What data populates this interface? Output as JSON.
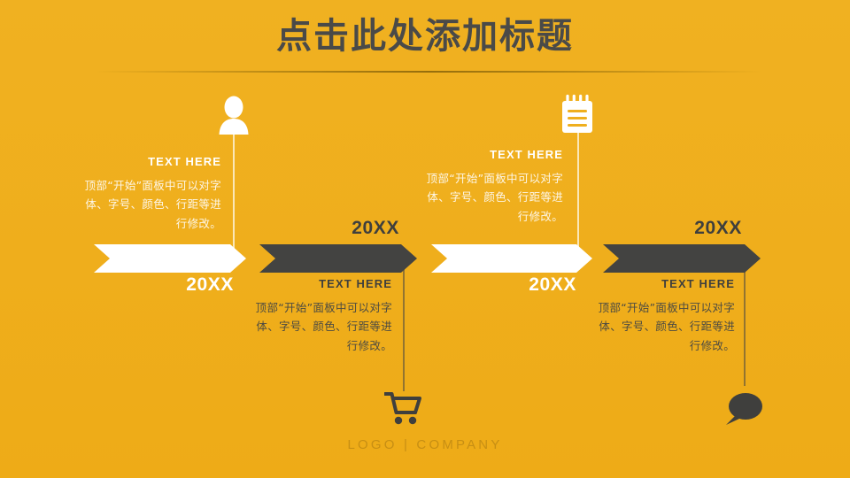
{
  "slide": {
    "title": "点击此处添加标题",
    "background_color": "#efaf1e",
    "footer": "LOGO  |  COMPANY"
  },
  "palette": {
    "background": "#efaf1e",
    "light_arrow": "#ffffff",
    "dark_arrow": "#434341",
    "title_text": "#4a4a48",
    "light_text": "#ffffff",
    "dark_text": "#3f3f3d",
    "footer_text": "#c78f14"
  },
  "steps": [
    {
      "id": "step-1",
      "icon": "user-icon",
      "icon_position": "top",
      "icon_color": "#ffffff",
      "arrow_style": "light",
      "text_position": "above",
      "heading": "TEXT HERE",
      "body": "顶部“开始”面板中可以对字体、字号、颜色、行距等进行修改。",
      "year": "20XX",
      "year_color": "light",
      "year_position": "below"
    },
    {
      "id": "step-2",
      "icon": "shopping-cart-icon",
      "icon_position": "bottom",
      "icon_color": "#3f3f3d",
      "arrow_style": "dark",
      "text_position": "below",
      "heading": "TEXT HERE",
      "body": "顶部“开始”面板中可以对字体、字号、颜色、行距等进行修改。",
      "year": "20XX",
      "year_color": "dark",
      "year_position": "above"
    },
    {
      "id": "step-3",
      "icon": "notepad-icon",
      "icon_position": "top",
      "icon_color": "#ffffff",
      "arrow_style": "light",
      "text_position": "above",
      "heading": "TEXT HERE",
      "body": "顶部“开始”面板中可以对字体、字号、颜色、行距等进行修改。",
      "year": "20XX",
      "year_color": "light",
      "year_position": "below"
    },
    {
      "id": "step-4",
      "icon": "speech-bubble-icon",
      "icon_position": "bottom",
      "icon_color": "#3f3f3d",
      "arrow_style": "dark",
      "text_position": "below",
      "heading": "TEXT HERE",
      "body": "顶部“开始”面板中可以对字体、字号、颜色、行距等进行修改。",
      "year": "20XX",
      "year_color": "dark",
      "year_position": "above"
    }
  ]
}
